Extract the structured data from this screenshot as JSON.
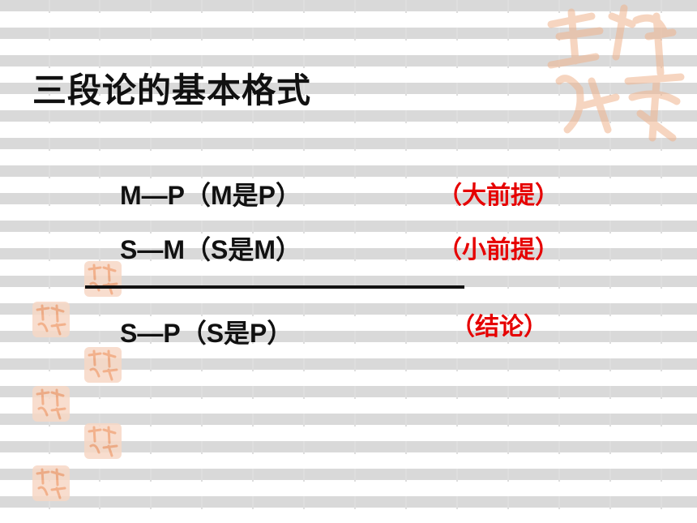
{
  "title": "三段论的基本格式",
  "premises": [
    {
      "formula": "M—P（M是P）",
      "tag": "（大前提）"
    },
    {
      "formula": "S—M（S是M）",
      "tag": "（小前提）"
    }
  ],
  "conclusion": {
    "formula": "S—P（S是P）",
    "tag": "（结论）"
  },
  "colors": {
    "text": "#111111",
    "tag": "#e60000",
    "seal": "#f2b08a"
  }
}
